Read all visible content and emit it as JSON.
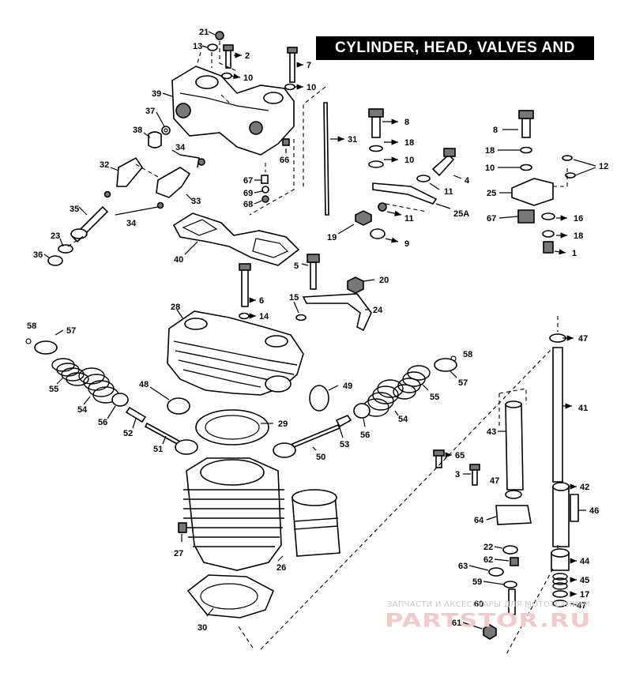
{
  "title": "CYLINDER, HEAD, VALVES AND TAPPETS",
  "watermark": {
    "line": "ЗАПЧАСТИ И АКСЕССУАРЫ ДЛЯ МОТОТЕХНИКИ",
    "logo": "PARTSTOR.RU"
  },
  "callouts": [
    {
      "id": "c21",
      "text": "21"
    },
    {
      "id": "c13",
      "text": "13"
    },
    {
      "id": "c2",
      "text": "2"
    },
    {
      "id": "c7",
      "text": "7"
    },
    {
      "id": "c10a",
      "text": "10"
    },
    {
      "id": "c10b",
      "text": "10"
    },
    {
      "id": "c39",
      "text": "39"
    },
    {
      "id": "c37",
      "text": "37"
    },
    {
      "id": "c38",
      "text": "38"
    },
    {
      "id": "c34a",
      "text": "34"
    },
    {
      "id": "c32",
      "text": "32"
    },
    {
      "id": "c66",
      "text": "66"
    },
    {
      "id": "c31",
      "text": "31"
    },
    {
      "id": "c67a",
      "text": "67"
    },
    {
      "id": "c69",
      "text": "69"
    },
    {
      "id": "c68",
      "text": "68"
    },
    {
      "id": "c33",
      "text": "33"
    },
    {
      "id": "c35",
      "text": "35"
    },
    {
      "id": "c34b",
      "text": "34"
    },
    {
      "id": "c23",
      "text": "23"
    },
    {
      "id": "c36",
      "text": "36"
    },
    {
      "id": "c40",
      "text": "40"
    },
    {
      "id": "c8a",
      "text": "8"
    },
    {
      "id": "c18a",
      "text": "18"
    },
    {
      "id": "c10c",
      "text": "10"
    },
    {
      "id": "c4",
      "text": "4"
    },
    {
      "id": "c11a",
      "text": "11"
    },
    {
      "id": "c25A",
      "text": "25A"
    },
    {
      "id": "c11b",
      "text": "11"
    },
    {
      "id": "c19",
      "text": "19"
    },
    {
      "id": "c9",
      "text": "9"
    },
    {
      "id": "c8b",
      "text": "8"
    },
    {
      "id": "c18b",
      "text": "18"
    },
    {
      "id": "c10d",
      "text": "10"
    },
    {
      "id": "c12",
      "text": "12"
    },
    {
      "id": "c25",
      "text": "25"
    },
    {
      "id": "c67b",
      "text": "67"
    },
    {
      "id": "c16",
      "text": "16"
    },
    {
      "id": "c18c",
      "text": "18"
    },
    {
      "id": "c1",
      "text": "1"
    },
    {
      "id": "c5",
      "text": "5"
    },
    {
      "id": "c6",
      "text": "6"
    },
    {
      "id": "c20",
      "text": "20"
    },
    {
      "id": "c15",
      "text": "15"
    },
    {
      "id": "c24",
      "text": "24"
    },
    {
      "id": "c14",
      "text": "14"
    },
    {
      "id": "c28",
      "text": "28"
    },
    {
      "id": "c58a",
      "text": "58"
    },
    {
      "id": "c57a",
      "text": "57"
    },
    {
      "id": "c55a",
      "text": "55"
    },
    {
      "id": "c54a",
      "text": "54"
    },
    {
      "id": "c56a",
      "text": "56"
    },
    {
      "id": "c48",
      "text": "48"
    },
    {
      "id": "c52",
      "text": "52"
    },
    {
      "id": "c51",
      "text": "51"
    },
    {
      "id": "c29",
      "text": "29"
    },
    {
      "id": "c49",
      "text": "49"
    },
    {
      "id": "c58b",
      "text": "58"
    },
    {
      "id": "c57b",
      "text": "57"
    },
    {
      "id": "c55b",
      "text": "55"
    },
    {
      "id": "c54b",
      "text": "54"
    },
    {
      "id": "c56b",
      "text": "56"
    },
    {
      "id": "c53",
      "text": "53"
    },
    {
      "id": "c50",
      "text": "50"
    },
    {
      "id": "c47a",
      "text": "47"
    },
    {
      "id": "c41",
      "text": "41"
    },
    {
      "id": "c43",
      "text": "43"
    },
    {
      "id": "c65",
      "text": "65"
    },
    {
      "id": "c3",
      "text": "3"
    },
    {
      "id": "c47b",
      "text": "47"
    },
    {
      "id": "c42",
      "text": "42"
    },
    {
      "id": "c46",
      "text": "46"
    },
    {
      "id": "c64",
      "text": "64"
    },
    {
      "id": "c27",
      "text": "27"
    },
    {
      "id": "c26",
      "text": "26"
    },
    {
      "id": "c22",
      "text": "22"
    },
    {
      "id": "c62",
      "text": "62"
    },
    {
      "id": "c63",
      "text": "63"
    },
    {
      "id": "c59",
      "text": "59"
    },
    {
      "id": "c44",
      "text": "44"
    },
    {
      "id": "c45",
      "text": "45"
    },
    {
      "id": "c17",
      "text": "17"
    },
    {
      "id": "c60",
      "text": "60"
    },
    {
      "id": "c47c",
      "text": "47"
    },
    {
      "id": "c61",
      "text": "61"
    },
    {
      "id": "c30",
      "text": "30"
    }
  ]
}
